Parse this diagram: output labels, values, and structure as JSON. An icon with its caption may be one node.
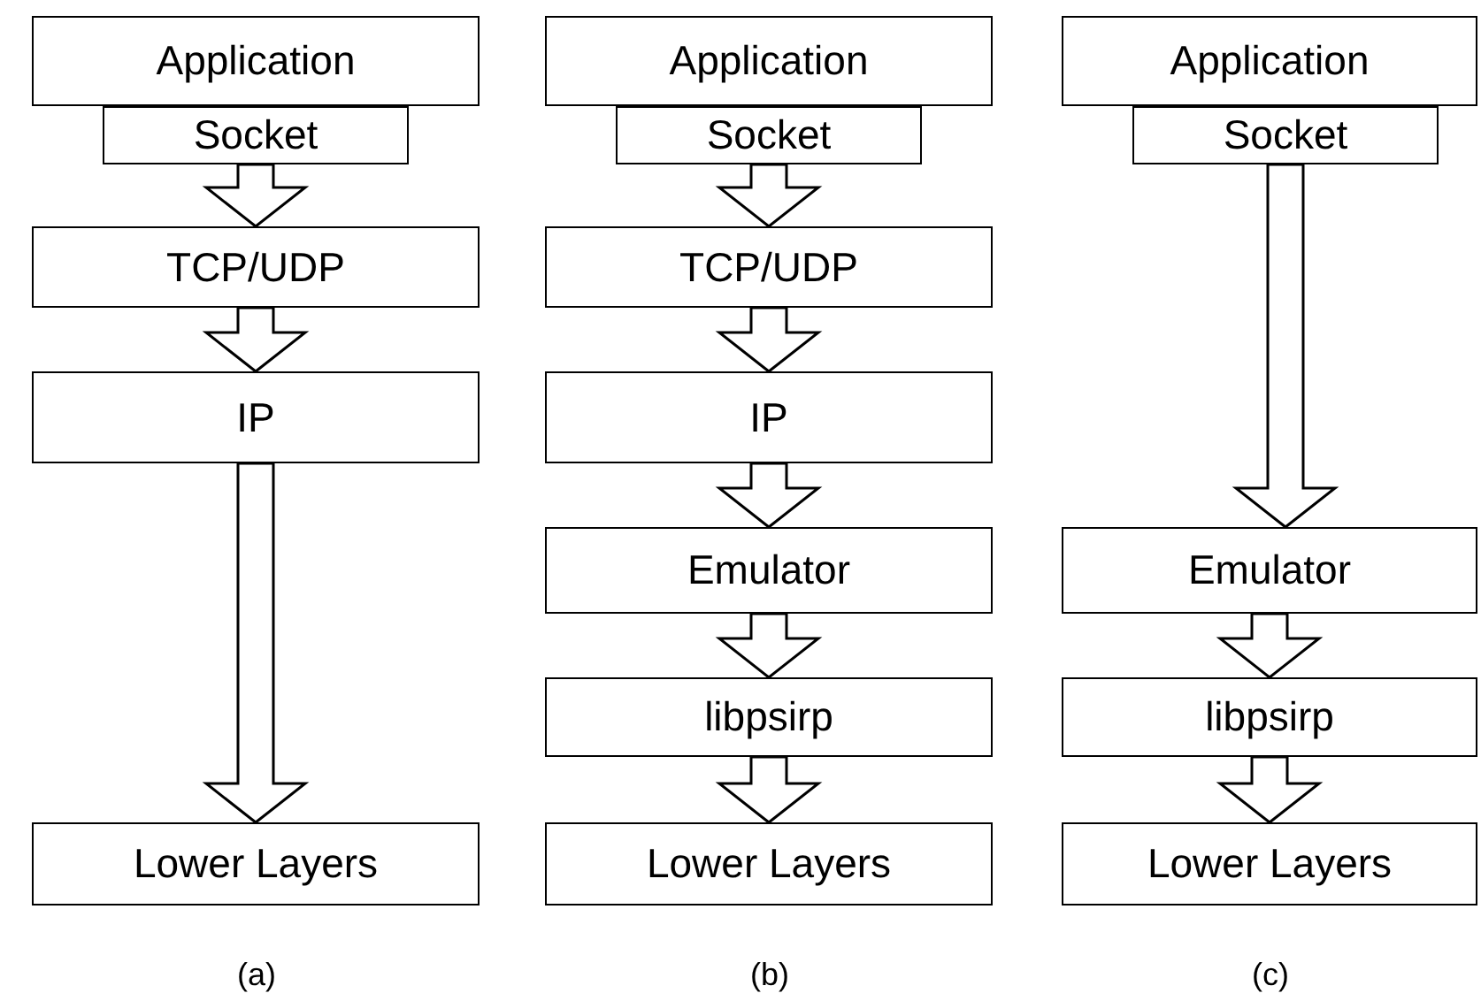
{
  "diagram": {
    "nodes": [
      {
        "text": [
          "Application"
        ]
      },
      {
        "text": [
          "Socket"
        ]
      },
      {
        "text": [
          "TCP/UDP"
        ]
      },
      {
        "text": [
          "IP"
        ]
      },
      {
        "text": [
          "Lower Layers"
        ]
      },
      {
        "text": [
          "Application"
        ]
      },
      {
        "text": [
          "Socket"
        ]
      },
      {
        "text": [
          "TCP/UDP"
        ]
      },
      {
        "text": [
          "IP"
        ]
      },
      {
        "text": [
          "Emulator"
        ]
      },
      {
        "text": [
          "libpsirp"
        ]
      },
      {
        "text": [
          "Lower Layers"
        ]
      },
      {
        "text": [
          "Application"
        ]
      },
      {
        "text": [
          "Socket"
        ]
      },
      {
        "text": [
          "Emulator"
        ]
      },
      {
        "text": [
          "libpsirp"
        ]
      },
      {
        "text": [
          "Lower Layers"
        ]
      }
    ],
    "edges": [
      {
        "from": 1,
        "to": 2,
        "arrow": "to"
      },
      {
        "from": 2,
        "to": 3,
        "arrow": "to"
      },
      {
        "from": 3,
        "to": 4,
        "arrow": "to"
      },
      {
        "from": 6,
        "to": 7,
        "arrow": "to"
      },
      {
        "from": 7,
        "to": 8,
        "arrow": "to"
      },
      {
        "from": 8,
        "to": 9,
        "arrow": "to"
      },
      {
        "from": 9,
        "to": 10,
        "arrow": "to"
      },
      {
        "from": 10,
        "to": 11,
        "arrow": "to"
      },
      {
        "from": 13,
        "to": 14,
        "arrow": "to"
      },
      {
        "from": 14,
        "to": 15,
        "arrow": "to"
      },
      {
        "from": 15,
        "to": 16,
        "arrow": "to"
      }
    ],
    "labels": [
      "(a)",
      "(b)",
      "(c)"
    ]
  }
}
